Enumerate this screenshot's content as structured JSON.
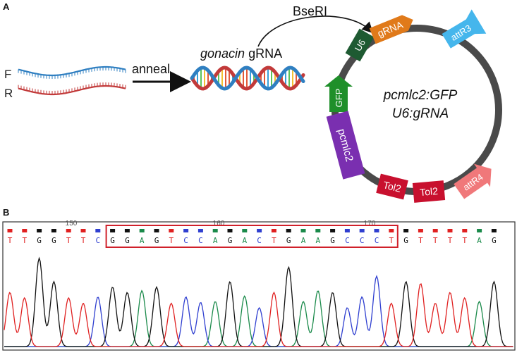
{
  "panel_a": {
    "label": "A",
    "strand_f": "F",
    "strand_r": "R",
    "anneal": "anneal",
    "gene_italic": "gonacin",
    "gene_suffix": " gRNA",
    "enzyme": "BseRI",
    "plasmid_line1": "pcmlc2:GFP",
    "plasmid_line2": "U6:gRNA",
    "colors": {
      "strand_blue": "#2f7fc1",
      "strand_red": "#c23a3a",
      "backbone": "#4a4a4a",
      "u6": "#1e5a32",
      "grna": "#e07a1a",
      "attr3": "#45b6ec",
      "gfp": "#1f8f2a",
      "pcmlc2": "#7a2fb0",
      "tol2": "#c8102e",
      "attr4": "#f0787a"
    },
    "features": {
      "u6": "U6",
      "grna": "gRNA",
      "attr3": "attR3",
      "gfp": "GFP",
      "pcmlc2": "pcmlc2",
      "tol2a": "Tol2",
      "tol2b": "Tol2",
      "attr4": "attR4"
    }
  },
  "panel_b": {
    "label": "B",
    "ticks": [
      "150",
      "160",
      "170"
    ],
    "bases": [
      "T",
      "T",
      "G",
      "G",
      "T",
      "T",
      "C",
      "G",
      "G",
      "A",
      "G",
      "T",
      "C",
      "C",
      "A",
      "G",
      "A",
      "C",
      "T",
      "G",
      "A",
      "A",
      "G",
      "C",
      "C",
      "C",
      "T",
      "G",
      "T",
      "T",
      "T",
      "T",
      "A",
      "G"
    ],
    "highlight_start": 7,
    "highlight_end": 26,
    "colors": {
      "A": "#1a8a4a",
      "C": "#2f3fd0",
      "G": "#111111",
      "T": "#e02020",
      "box": "#d0202a"
    }
  }
}
